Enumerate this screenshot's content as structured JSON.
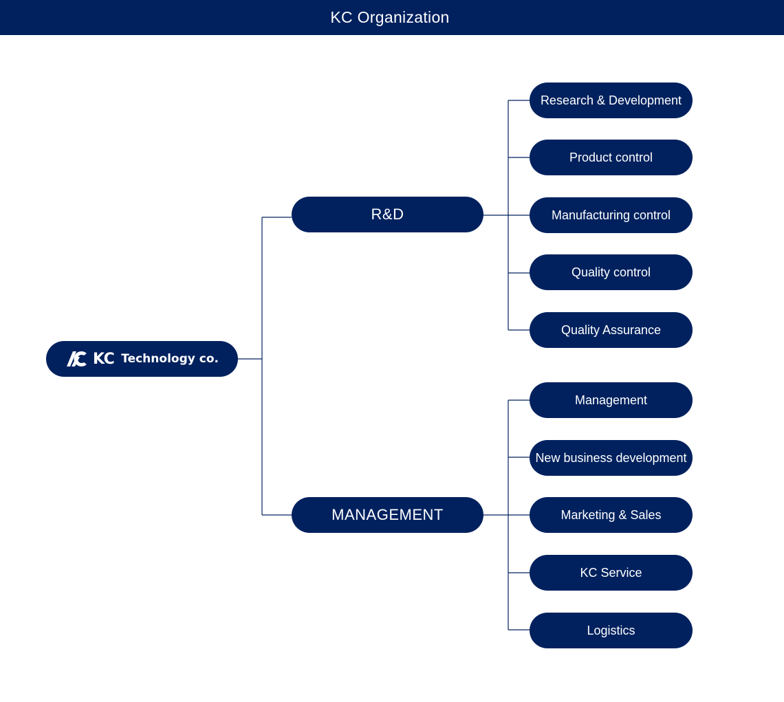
{
  "header": {
    "title": "KC Organization"
  },
  "colors": {
    "node_fill": "#00215e",
    "connector": "#00215e",
    "header_bg": "#00215e"
  },
  "root": {
    "brand": "KC",
    "name": "Technology co.",
    "icon": "kc-logo-icon"
  },
  "divisions": [
    {
      "label": "R&D",
      "departments": [
        "Research & Development",
        "Product control",
        "Manufacturing control",
        "Quality control",
        "Quality Assurance"
      ]
    },
    {
      "label": "MANAGEMENT",
      "departments": [
        "Management",
        "New business development",
        "Marketing & Sales",
        "KC Service",
        "Logistics"
      ]
    }
  ]
}
